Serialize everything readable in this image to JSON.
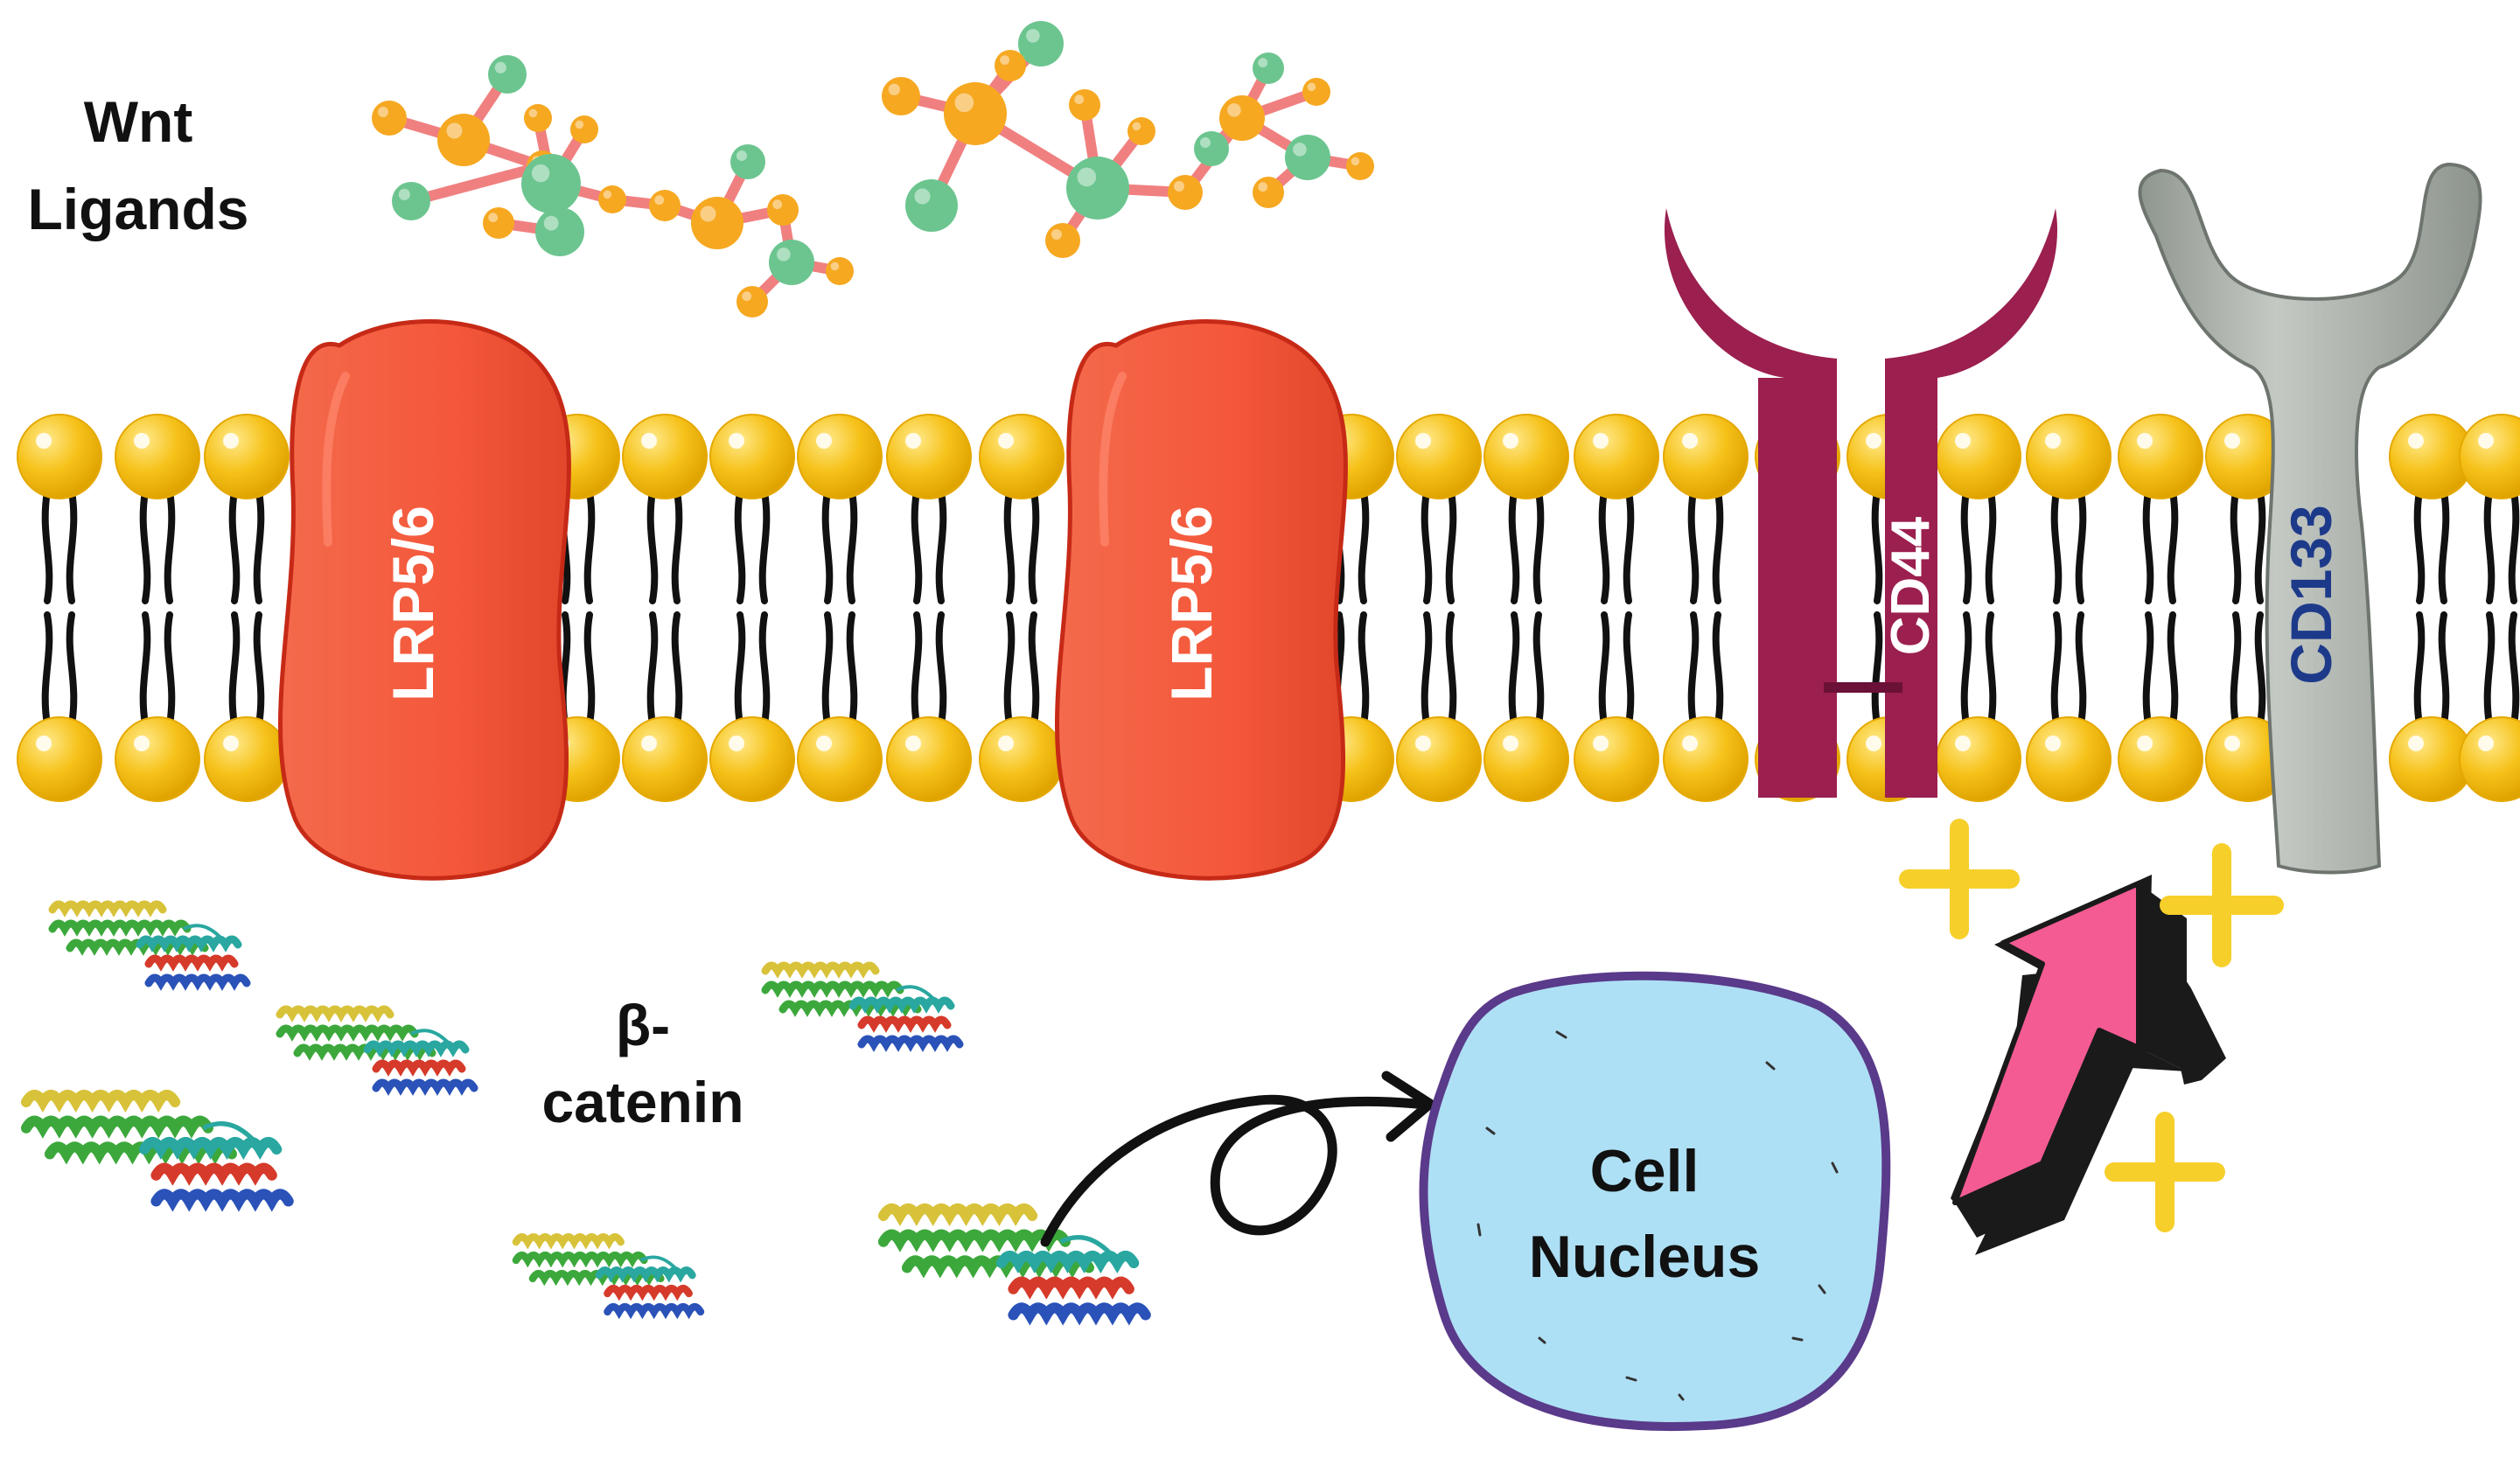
{
  "labels": {
    "wnt_line1": "Wnt",
    "wnt_line2": "Ligands",
    "lrp_left": "LRP5/6",
    "lrp_right": "LRP5/6",
    "cd44": "CD44",
    "cd133": "CD133",
    "beta_line1": "β-",
    "beta_line2": "catenin",
    "nucleus_line1": "Cell",
    "nucleus_line2": "Nucleus"
  },
  "colors": {
    "lipid_head": "#f6c21a",
    "lipid_head_dark": "#e5a800",
    "lipid_tail": "#111111",
    "lrp": "#f4573a",
    "lrp_dark": "#d63a1f",
    "cd44": "#9b1f4f",
    "cd133": "#a8aea8",
    "cd133_text": "#1d3a8a",
    "nucleus_fill": "#aee0f5",
    "nucleus_border": "#5a3a8a",
    "arrow_pink": "#f45b93",
    "arrow_shadow": "#1a1a1a",
    "plus": "#f6cf2a",
    "ligand_orange": "#f6a821",
    "ligand_green": "#6cc58f",
    "ligand_bond": "#f08080",
    "helix_yellow": "#d8c23a",
    "helix_green": "#3ca83c",
    "helix_teal": "#29a7a0",
    "helix_blue": "#2a52b8",
    "helix_red": "#d63a2a"
  },
  "icons": {
    "wnt_ligand": "ball-and-stick-molecule-icon",
    "beta_catenin": "protein-ribbon-icon",
    "upregulation": "upward-arrow-icon",
    "increase": "plus-icon"
  }
}
